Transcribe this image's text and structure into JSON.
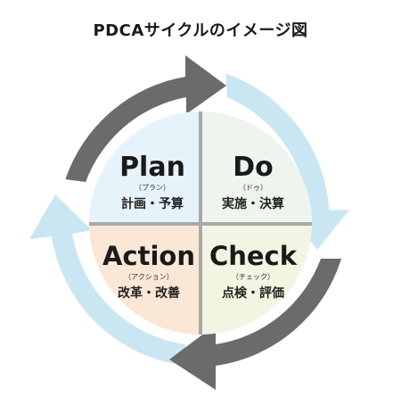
{
  "title": "PDCAサイクルのイメージ図",
  "colors": {
    "arrow_gray": "#6b6b6b",
    "arrow_blue": "#c9e6f2",
    "plan_fill": "#e6f3fb",
    "do_fill": "#eef5ee",
    "action_fill": "#fbe7d6",
    "check_fill": "#f3f5e2",
    "divider": "#a9a9a9"
  },
  "quadrants": {
    "plan": {
      "name": "Plan",
      "reading": "（プラン）",
      "desc": "計画・予算"
    },
    "do": {
      "name": "Do",
      "reading": "（ドゥ）",
      "desc": "実施・決算"
    },
    "action": {
      "name": "Action",
      "reading": "（アクション）",
      "desc": "改革・改善"
    },
    "check": {
      "name": "Check",
      "reading": "（チェック）",
      "desc": "点検・評価"
    }
  }
}
